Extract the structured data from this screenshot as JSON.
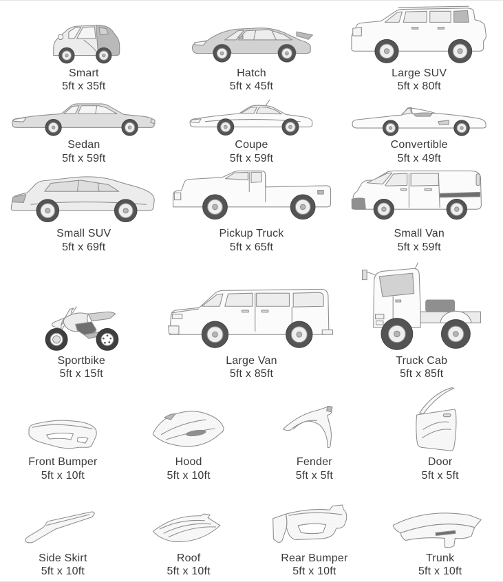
{
  "colors": {
    "background": "#ffffff",
    "text": "#3a3a3a",
    "line_art": "#8f8f8f",
    "rule": "#e6e5e2"
  },
  "catalog": {
    "vehicles": [
      {
        "label": "Smart",
        "size": "5ft x 35ft"
      },
      {
        "label": "Hatch",
        "size": "5ft x 45ft"
      },
      {
        "label": "Large SUV",
        "size": "5ft x 80ft"
      },
      {
        "label": "Sedan",
        "size": "5ft x 59ft"
      },
      {
        "label": "Coupe",
        "size": "5ft x 59ft"
      },
      {
        "label": "Convertible",
        "size": "5ft x 49ft"
      },
      {
        "label": "Small SUV",
        "size": "5ft x 69ft"
      },
      {
        "label": "Pickup Truck",
        "size": "5ft x 65ft"
      },
      {
        "label": "Small Van",
        "size": "5ft x 59ft"
      },
      {
        "label": "Sportbike",
        "size": "5ft x 15ft"
      },
      {
        "label": "Large Van",
        "size": "5ft x 85ft"
      },
      {
        "label": "Truck Cab",
        "size": "5ft x 85ft"
      }
    ],
    "parts": [
      {
        "label": "Front Bumper",
        "size": "5ft x 10ft"
      },
      {
        "label": "Hood",
        "size": "5ft x 10ft"
      },
      {
        "label": "Fender",
        "size": "5ft x 5ft"
      },
      {
        "label": "Door",
        "size": "5ft x 5ft"
      },
      {
        "label": "Side Skirt",
        "size": "5ft x 10ft"
      },
      {
        "label": "Roof",
        "size": "5ft x 10ft"
      },
      {
        "label": "Rear Bumper",
        "size": "5ft x 10ft"
      },
      {
        "label": "Trunk",
        "size": "5ft x 10ft"
      }
    ]
  }
}
